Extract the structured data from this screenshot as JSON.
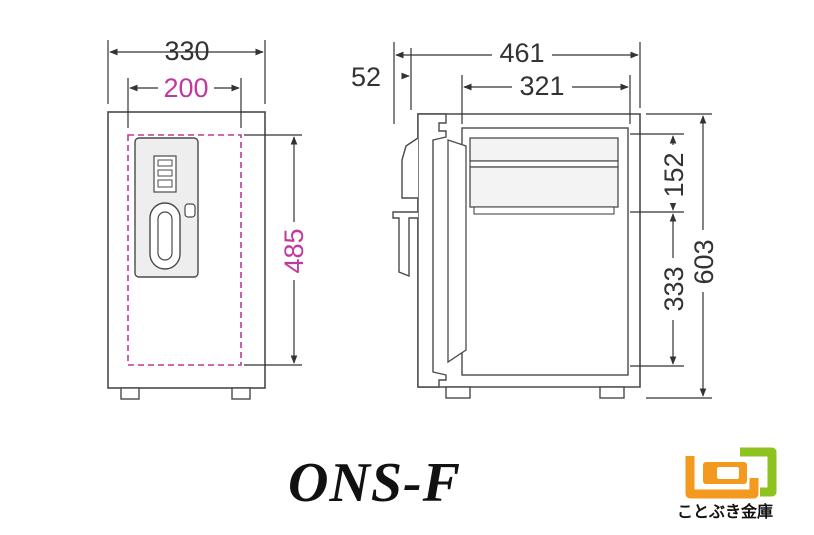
{
  "model": "ONS-F",
  "brand": {
    "name": "ことぶき金庫",
    "logo_icon": "kotobuki-logo-icon",
    "colors": {
      "orange": "#f39a1e",
      "green": "#8dc21f"
    }
  },
  "colors": {
    "line": "#4a4a4a",
    "dimension": "#333333",
    "interior_dimension": "#c2389c",
    "drawer_fill": "#f3f3f3"
  },
  "front_view": {
    "width": "330",
    "inner_width": "200",
    "inner_height": "485"
  },
  "side_view": {
    "depth": "461",
    "inner_depth": "321",
    "handle_offset": "52",
    "total_height": "603",
    "drawer_height": "152",
    "lower_height": "333"
  }
}
